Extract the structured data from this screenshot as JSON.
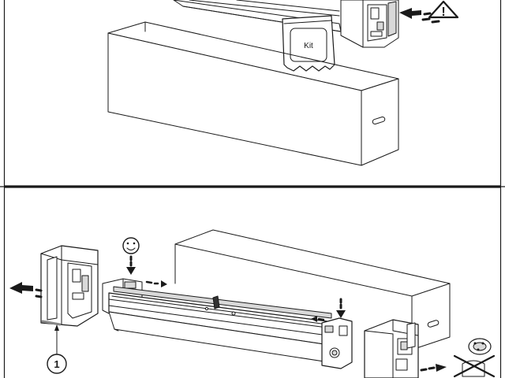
{
  "panels": [
    {
      "id": "top",
      "kit_label": "Kit",
      "warning_symbol": "!"
    },
    {
      "id": "bottom",
      "callout_number": "1"
    }
  ],
  "icons": [
    "warning-triangle-icon",
    "smiley-face-icon",
    "crossed-out-part-icon",
    "direction-arrow-icon"
  ],
  "colors": {
    "line": "#1a1a1a",
    "fill": "#ffffff",
    "shade": "#d9d9d9",
    "dark": "#333333"
  }
}
